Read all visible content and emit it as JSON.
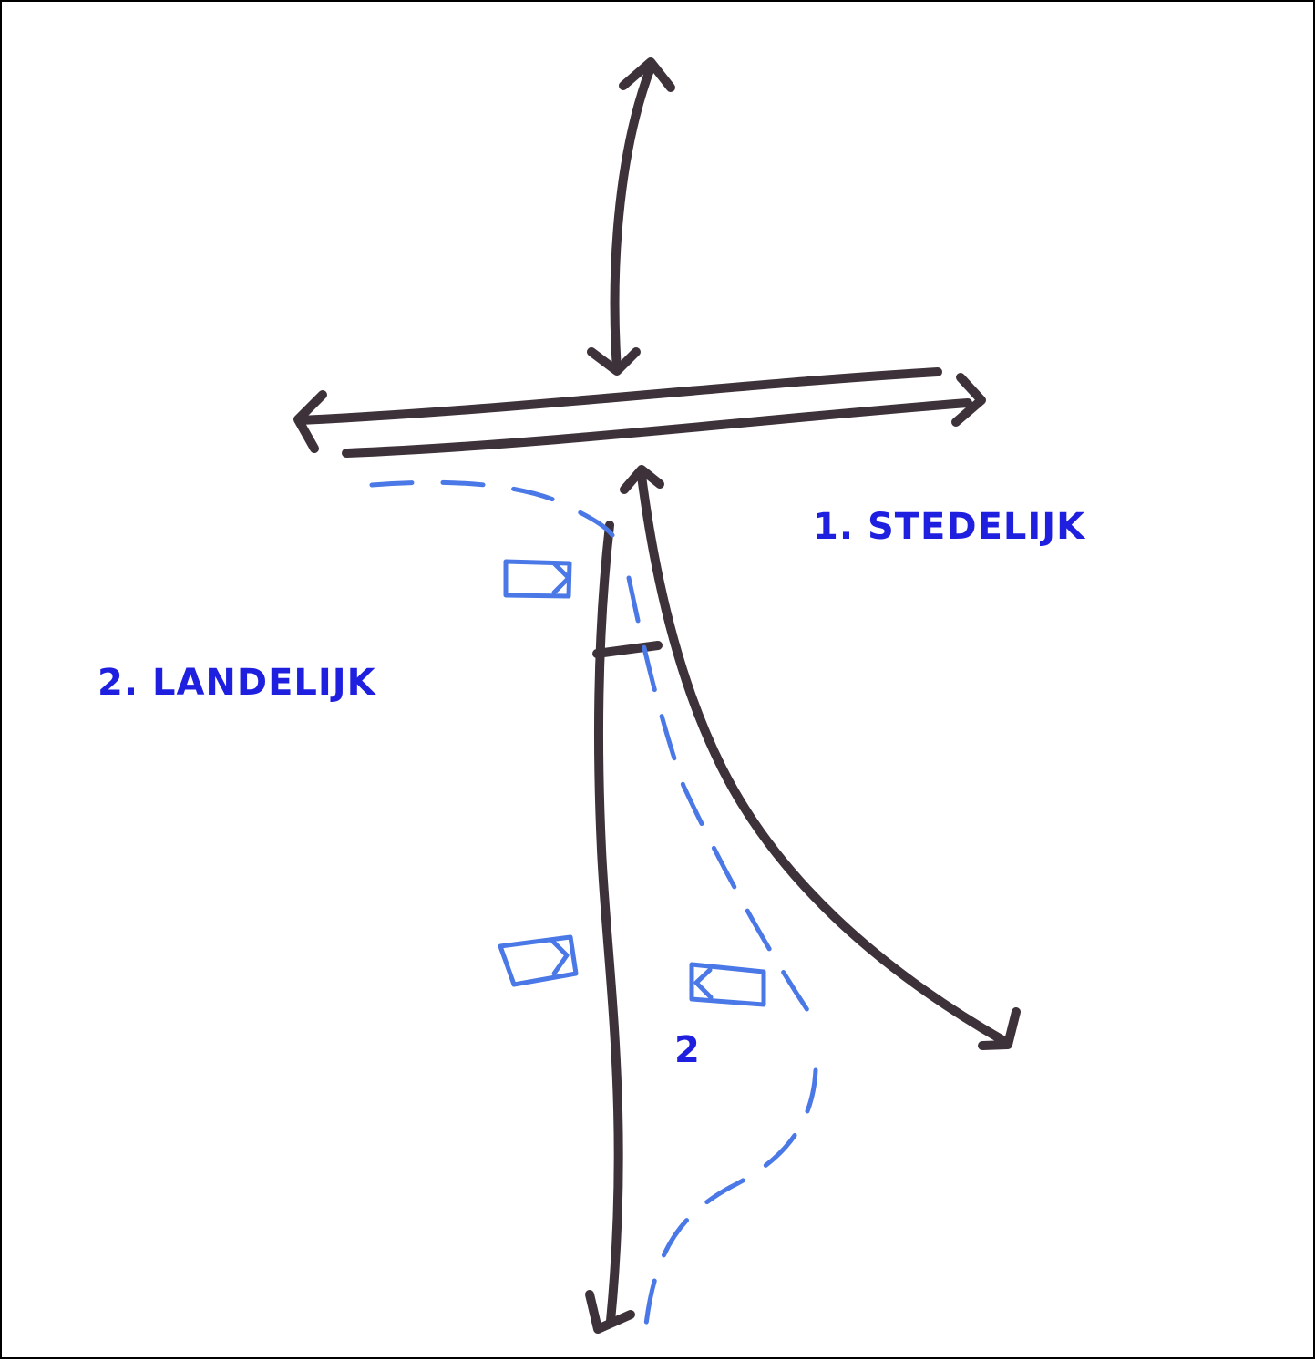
{
  "colors": {
    "road": "#3d3239",
    "route": "#4a78e6",
    "label": "#1f1fe0",
    "border": "#000000",
    "background": "#ffffff"
  },
  "labels": {
    "stedelijk": "1. STEDELIJK",
    "landelijk": "2. LANDELIJK",
    "route_number": "2"
  },
  "icons": {
    "vehicle_marker": "car-rectangle-icon"
  }
}
